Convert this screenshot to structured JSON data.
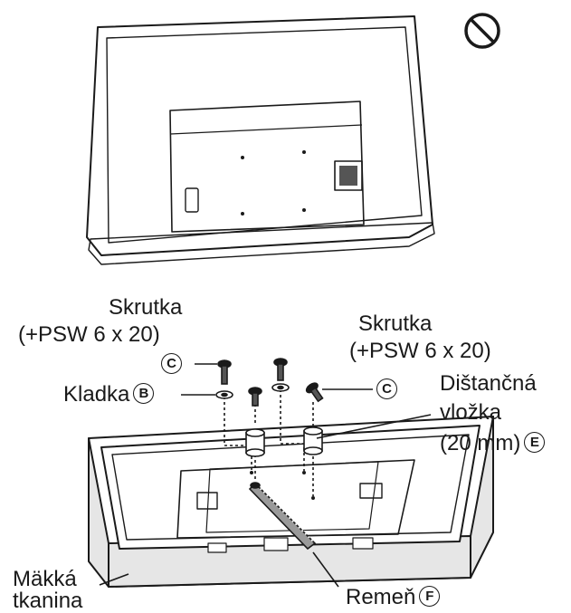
{
  "step": {
    "screw_left": {
      "title": "Skrutka",
      "spec": "(+PSW 6 x 20)",
      "part": "C"
    },
    "screw_right": {
      "title": "Skrutka",
      "spec": "(+PSW 6 x 20)",
      "part": "C"
    },
    "washer": {
      "label": "Kladka",
      "part": "B"
    },
    "spacer": {
      "line1": "Dištančná",
      "line2": "vložka",
      "line3": "(20 mm)",
      "part": "E"
    },
    "cloth": {
      "line1": "Mäkká",
      "line2": "tkanina"
    },
    "strap": {
      "label": "Remeň",
      "part": "F"
    }
  },
  "icons": {
    "prohibited": "prohibition-icon"
  },
  "colors": {
    "line": "#1a1a1a",
    "cloth": "#e6e6e6",
    "tv_back": "#ffffff"
  }
}
